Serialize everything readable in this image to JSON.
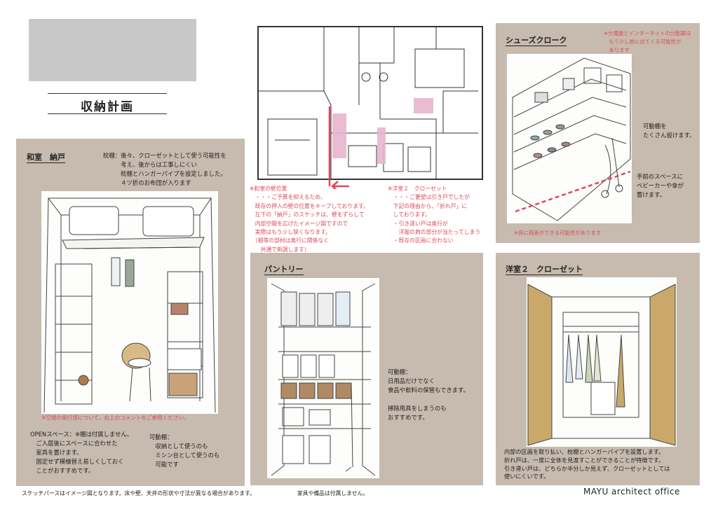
{
  "title": "収納計画",
  "footer": {
    "note": "スケッチパースはイメージ図となります。床や壁、天井の形状や寸法が異なる場合があります。",
    "note2": "家具や備品は付属しません。",
    "brand": "MAYU architect office"
  },
  "washitsu": {
    "heading": "和室　納戸",
    "shelf_note": "枕棚：後々、クローゼットとして使う可能性を\n　　　考え、後からは工事しにくい\n　　　枕棚とハンガーパイプを設定しました。\n　　　４ツ折のお布団が入ります",
    "red_note": "※空間の奥行感について、右上のコメントをご参照ください。",
    "open_note": "OPENスペース：※棚は付属しません。\n　ご入居後にスペースに合わせた\n　家具を置けます。\n　固定せず模様替え易しくしておく\n　ことがおすすめです。",
    "movable_note": "可動棚：\n　収納として使うのも\n　ミシン台として使うのも\n　可能です"
  },
  "plan": {
    "red_note_left": "※和室の壁位置\n　・・・ご予算を抑えるため、\n　既存の押入の壁の位置をキープしております。\n　左下の「納戸」のスケッチは、壁をずらして\n　内部空間を広げたイメージ図ですので\n　実際はもう少し狭くなります。\n　（梱等の部材は奥行に関係なく\n　　共通で新調します）",
    "red_note_right": "※洋室２　クローゼット\n　・・・ご要望は引き戸でしたが\n　下記の理由から、「折れ戸」に\n　しております。\n　・引き違い戸は奥行が\n　　洋服の肩の部分が当たってしまう\n　・既存の区画に合わない"
  },
  "shoes": {
    "heading": "シューズクローク",
    "red_top": "※分電盤とインターネットの分配器は\n　もう少し前に出てくる可能性が\n　あります",
    "shelf_note": "可動棚を\nたくさん設けます。",
    "space_note": "手前のスペースに\nベビーカーや傘が\n置けます。",
    "red_bottom": "※床に段差ができる可能性があります"
  },
  "pantry": {
    "heading": "パントリー",
    "note": "可動棚：\n日用品だけでなく\n食品や飲料の保管もできます。\n\n掃除用具をしまうのも\nおすすめです。"
  },
  "closet": {
    "heading": "洋室２　クローゼット",
    "note": "内部の区画を取り払い、枕棚とハンガーパイプを設置します。\n折れ戸は、一度に全体を見渡すことができることが特徴です。\n引き違い戸は、どちらか半分しか見えず、クローゼットとしては\n使いにくいです。"
  },
  "colors": {
    "panel": "#c6bbae",
    "red_note": "#e2475a",
    "placeholder": "#c8c8c8"
  }
}
